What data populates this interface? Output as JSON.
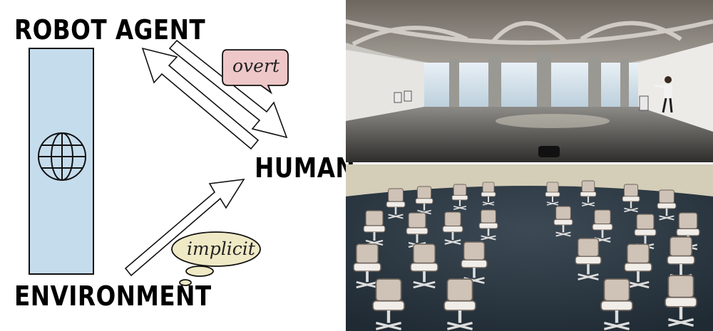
{
  "diagram": {
    "labels": {
      "robot_agent": "ROBOT AGENT",
      "human": "HUMAN",
      "environment": "ENVIRONMENT"
    },
    "bubbles": {
      "overt": "overt",
      "implicit": "implicit"
    },
    "colors": {
      "environment_bar": "#c5dcec",
      "overt_bubble": "#eec7c8",
      "implicit_bubble": "#efe9c6"
    },
    "icons": [
      "globe-icon"
    ]
  },
  "photos": {
    "top": "360-degree photo of an office floor with a person and a chair",
    "bottom": "virtual scene of white office chairs arranged on a dark carpet"
  }
}
